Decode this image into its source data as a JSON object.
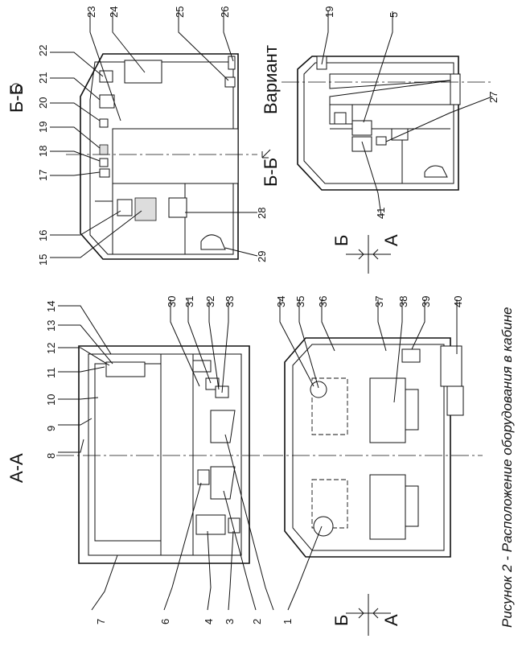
{
  "section_aa": "А-А",
  "section_bb": "Б-Б",
  "section_bb_variant": "Б-Б",
  "variant_label": "Вариант",
  "cut_mark_b": "Б",
  "cut_mark_a": "А",
  "caption": "Рисунок 2 - Расположение оборудования в кабине",
  "callouts_aa": [
    "7",
    "8",
    "9",
    "10",
    "11",
    "12",
    "13",
    "14",
    "6",
    "4",
    "3",
    "2",
    "1",
    "30",
    "31",
    "32",
    "33",
    "34",
    "35",
    "36",
    "37",
    "38",
    "39",
    "40"
  ],
  "callouts_bb": [
    "22",
    "21",
    "20",
    "19",
    "18",
    "17",
    "16",
    "15",
    "23",
    "24",
    "25",
    "26",
    "28",
    "29"
  ],
  "callouts_variant": [
    "19",
    "5",
    "27",
    "41"
  ]
}
